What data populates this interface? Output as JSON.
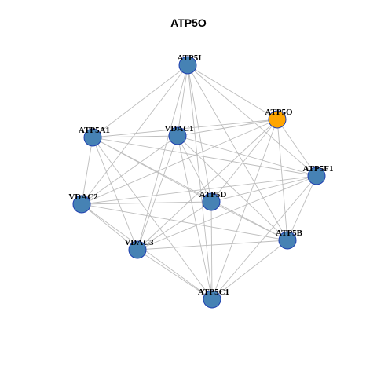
{
  "title": "ATP5O",
  "colors": {
    "node_fill": "#4682b4",
    "highlight_fill": "#ffa500",
    "node_border": "#1f3fb0",
    "edge": "#bdbdbd"
  },
  "nodes": [
    {
      "id": "ATP5I",
      "label": "ATP5I",
      "highlight": false
    },
    {
      "id": "ATP5O",
      "label": "ATP5O",
      "highlight": true
    },
    {
      "id": "ATP5A1",
      "label": "ATP5A1",
      "highlight": false
    },
    {
      "id": "VDAC1",
      "label": "VDAC1",
      "highlight": false
    },
    {
      "id": "ATP5F1",
      "label": "ATP5F1",
      "highlight": false
    },
    {
      "id": "VDAC2",
      "label": "VDAC2",
      "highlight": false
    },
    {
      "id": "ATP5D",
      "label": "ATP5D",
      "highlight": false
    },
    {
      "id": "ATP5B",
      "label": "ATP5B",
      "highlight": false
    },
    {
      "id": "VDAC3",
      "label": "VDAC3",
      "highlight": false
    },
    {
      "id": "ATP5C1",
      "label": "ATP5C1",
      "highlight": false
    }
  ],
  "edges": [
    [
      "ATP5I",
      "ATP5O"
    ],
    [
      "ATP5I",
      "ATP5A1"
    ],
    [
      "ATP5I",
      "VDAC1"
    ],
    [
      "ATP5I",
      "ATP5F1"
    ],
    [
      "ATP5I",
      "VDAC2"
    ],
    [
      "ATP5I",
      "ATP5D"
    ],
    [
      "ATP5I",
      "ATP5B"
    ],
    [
      "ATP5I",
      "VDAC3"
    ],
    [
      "ATP5I",
      "ATP5C1"
    ],
    [
      "ATP5O",
      "ATP5A1"
    ],
    [
      "ATP5O",
      "VDAC1"
    ],
    [
      "ATP5O",
      "ATP5F1"
    ],
    [
      "ATP5O",
      "VDAC2"
    ],
    [
      "ATP5O",
      "ATP5D"
    ],
    [
      "ATP5O",
      "ATP5B"
    ],
    [
      "ATP5O",
      "VDAC3"
    ],
    [
      "ATP5O",
      "ATP5C1"
    ],
    [
      "ATP5A1",
      "VDAC1"
    ],
    [
      "ATP5A1",
      "ATP5F1"
    ],
    [
      "ATP5A1",
      "VDAC2"
    ],
    [
      "ATP5A1",
      "ATP5D"
    ],
    [
      "ATP5A1",
      "ATP5B"
    ],
    [
      "ATP5A1",
      "VDAC3"
    ],
    [
      "ATP5A1",
      "ATP5C1"
    ],
    [
      "VDAC1",
      "ATP5F1"
    ],
    [
      "VDAC1",
      "VDAC2"
    ],
    [
      "VDAC1",
      "ATP5D"
    ],
    [
      "VDAC1",
      "ATP5B"
    ],
    [
      "VDAC1",
      "VDAC3"
    ],
    [
      "VDAC1",
      "ATP5C1"
    ],
    [
      "ATP5F1",
      "VDAC2"
    ],
    [
      "ATP5F1",
      "ATP5D"
    ],
    [
      "ATP5F1",
      "ATP5B"
    ],
    [
      "ATP5F1",
      "VDAC3"
    ],
    [
      "ATP5F1",
      "ATP5C1"
    ],
    [
      "VDAC2",
      "ATP5D"
    ],
    [
      "VDAC2",
      "ATP5B"
    ],
    [
      "VDAC2",
      "VDAC3"
    ],
    [
      "VDAC2",
      "ATP5C1"
    ],
    [
      "ATP5D",
      "ATP5B"
    ],
    [
      "ATP5D",
      "VDAC3"
    ],
    [
      "ATP5D",
      "ATP5C1"
    ],
    [
      "ATP5B",
      "VDAC3"
    ],
    [
      "ATP5B",
      "ATP5C1"
    ],
    [
      "VDAC3",
      "ATP5C1"
    ]
  ]
}
